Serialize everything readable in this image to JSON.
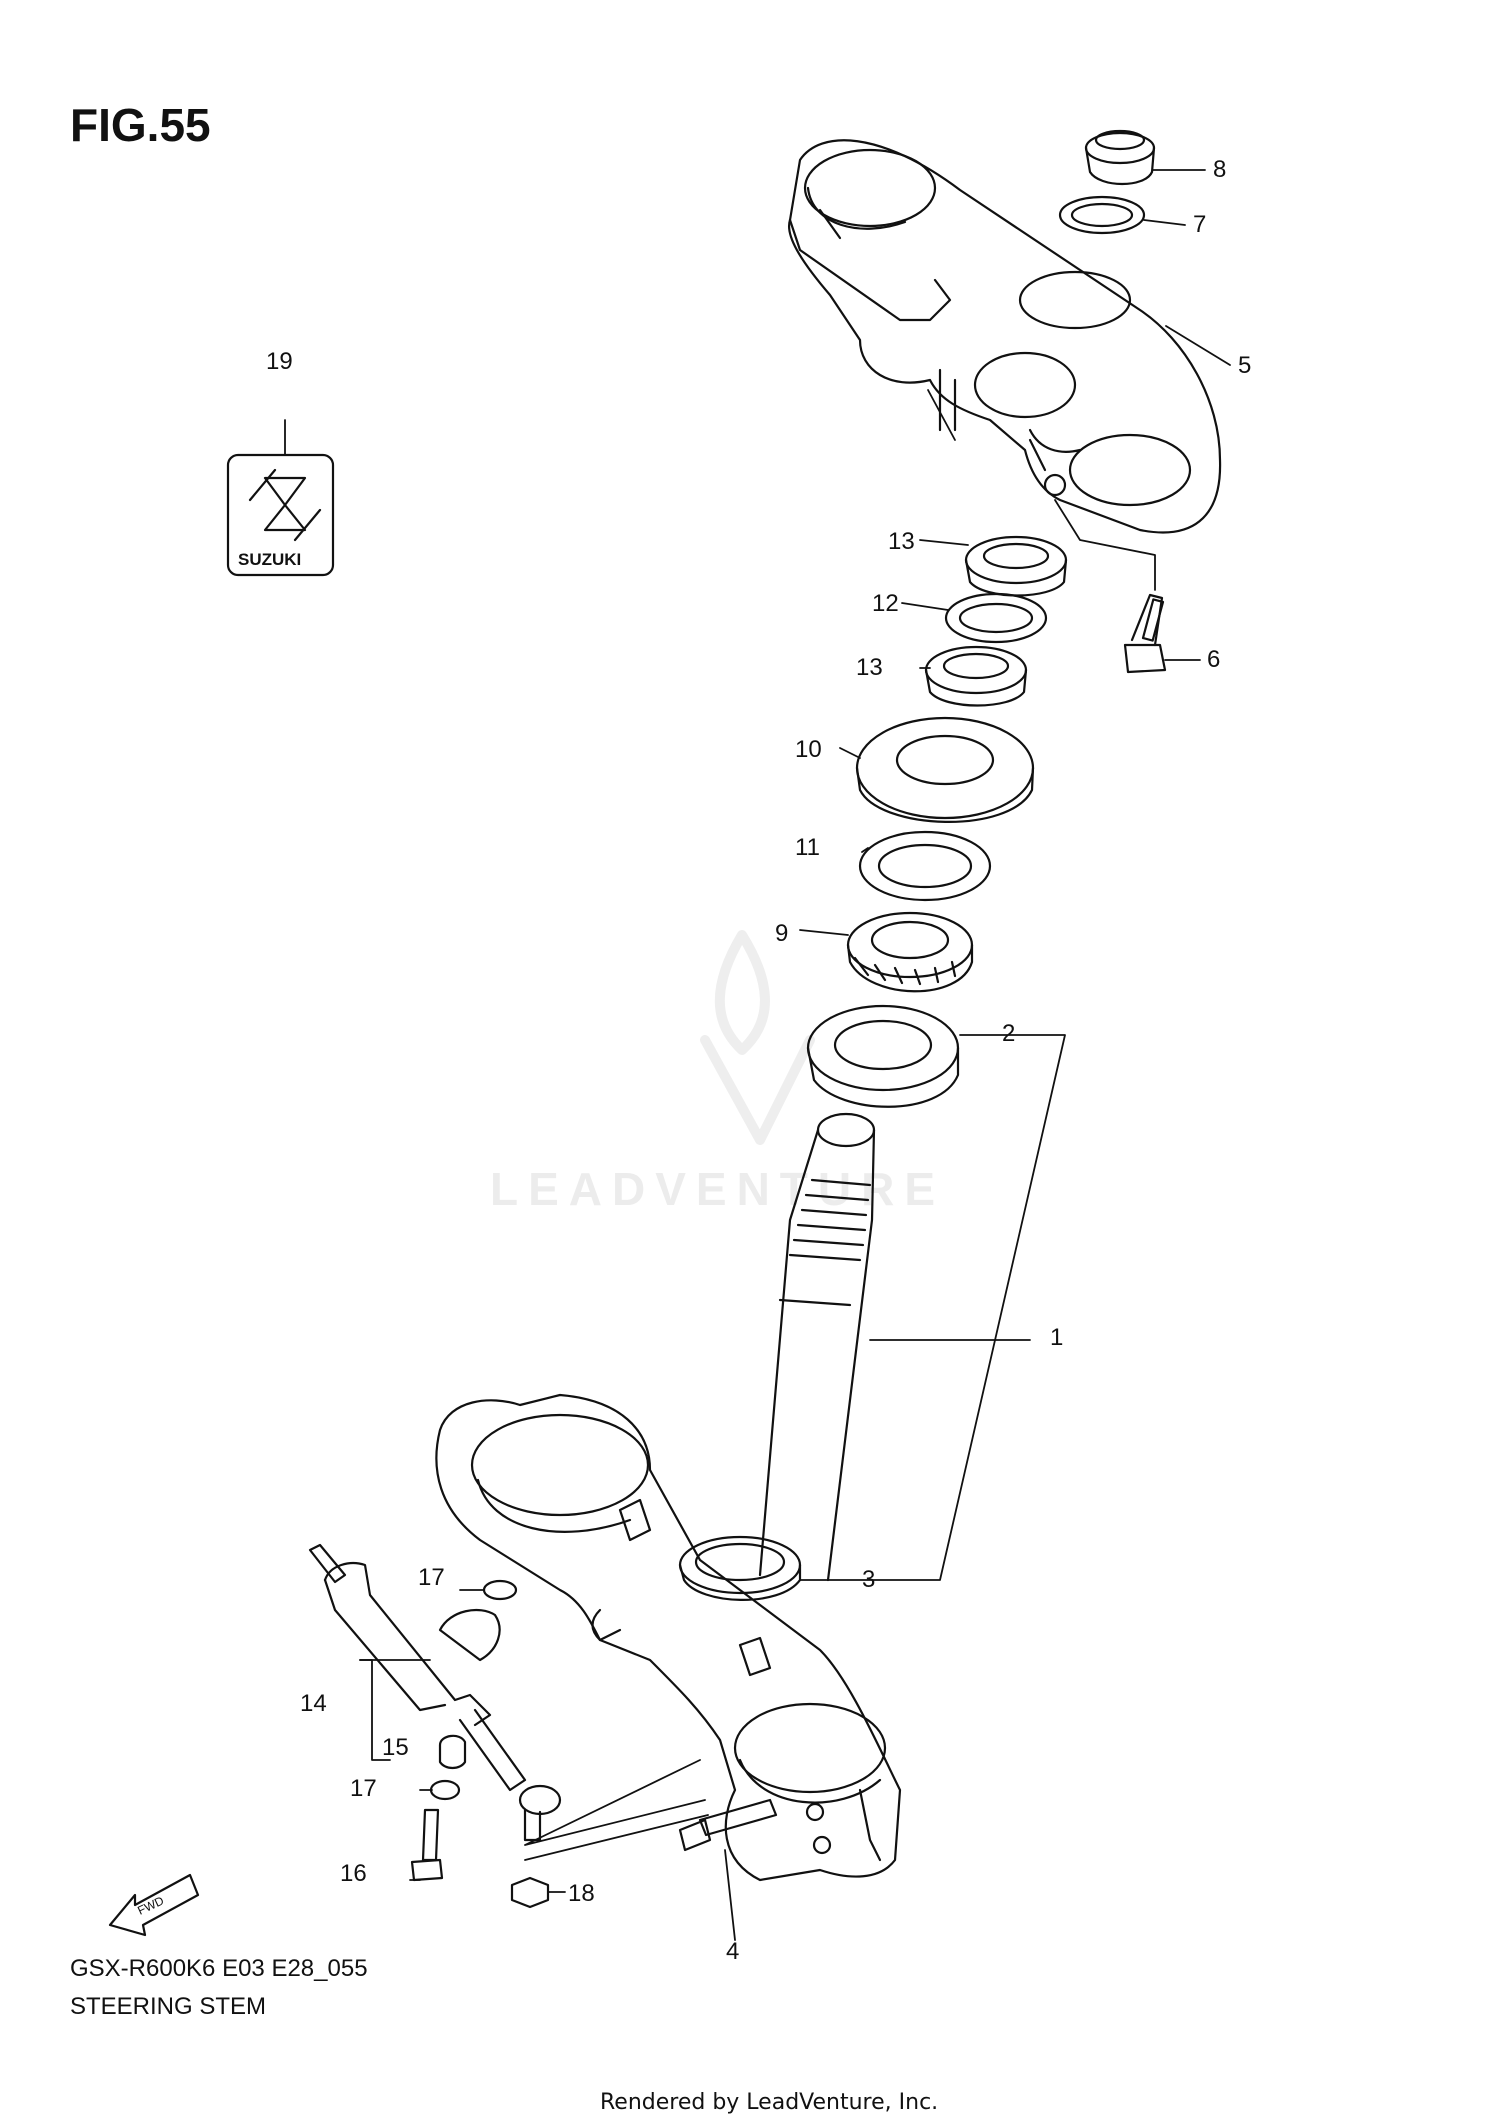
{
  "figure": {
    "title": "FIG.55"
  },
  "footer": {
    "model_code": "GSX-R600K6 E03 E28_055",
    "diagram_name": "STEERING STEM",
    "credit": "Rendered by LeadVenture, Inc."
  },
  "watermark": {
    "text": "LEADVENTURE"
  },
  "badges": {
    "fwd": "FWD",
    "logo_text": "SUZUKI"
  },
  "callouts": {
    "c1": "1",
    "c2": "2",
    "c3": "3",
    "c4": "4",
    "c5": "5",
    "c6": "6",
    "c7": "7",
    "c8": "8",
    "c9": "9",
    "c10": "10",
    "c11": "11",
    "c12": "12",
    "c13a": "13",
    "c13b": "13",
    "c14": "14",
    "c15": "15",
    "c16": "16",
    "c17a": "17",
    "c17b": "17",
    "c18": "18",
    "c19": "19"
  },
  "colors": {
    "line": "#111111",
    "watermark": "#ececec"
  }
}
